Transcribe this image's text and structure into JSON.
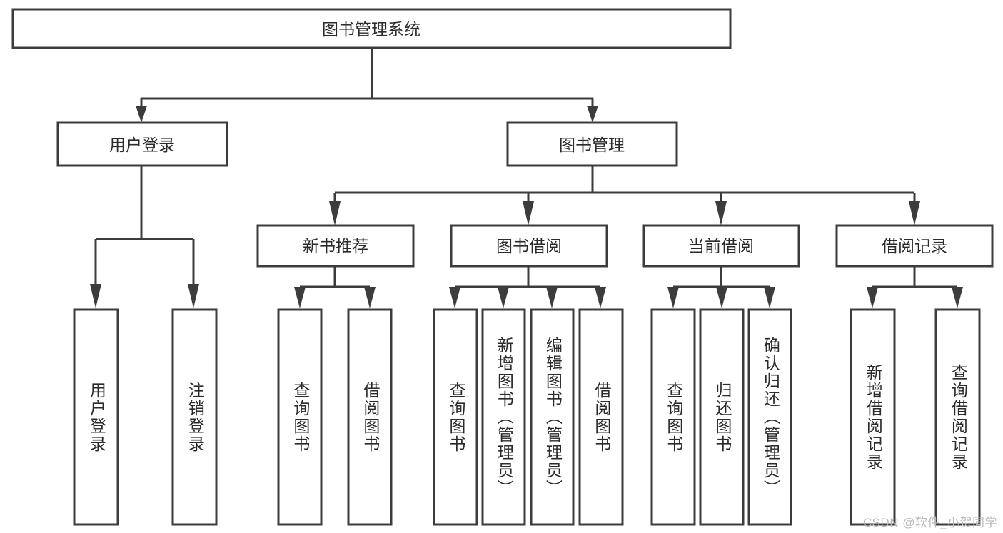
{
  "diagram": {
    "type": "tree",
    "title": "图书管理系统",
    "watermark": "CSDN @软件_小贺同学",
    "colors": {
      "stroke": "#3c3c3c",
      "fill": "#ffffff",
      "text": "#2b2b2b",
      "watermark": "#b9b9b9",
      "background": "#ffffff"
    },
    "root": {
      "label": "图书管理系统"
    },
    "level1": [
      {
        "label": "用户登录"
      },
      {
        "label": "图书管理"
      }
    ],
    "level2": [
      {
        "label": "新书推荐"
      },
      {
        "label": "图书借阅"
      },
      {
        "label": "当前借阅"
      },
      {
        "label": "借阅记录"
      }
    ],
    "leaves": {
      "user_login": [
        {
          "label": "用户登录"
        },
        {
          "label": "注销登录"
        }
      ],
      "new_book_recommend": [
        {
          "label": "查询图书"
        },
        {
          "label": "借阅图书"
        }
      ],
      "book_borrow": [
        {
          "label": "查询图书"
        },
        {
          "label": "新增图书（管理员）"
        },
        {
          "label": "编辑图书（管理员）"
        },
        {
          "label": "借阅图书"
        }
      ],
      "current_borrow": [
        {
          "label": "查询图书"
        },
        {
          "label": "归还图书"
        },
        {
          "label": "确认归还（管理员）"
        }
      ],
      "borrow_record": [
        {
          "label": "新增借阅记录"
        },
        {
          "label": "查询借阅记录"
        }
      ]
    }
  }
}
